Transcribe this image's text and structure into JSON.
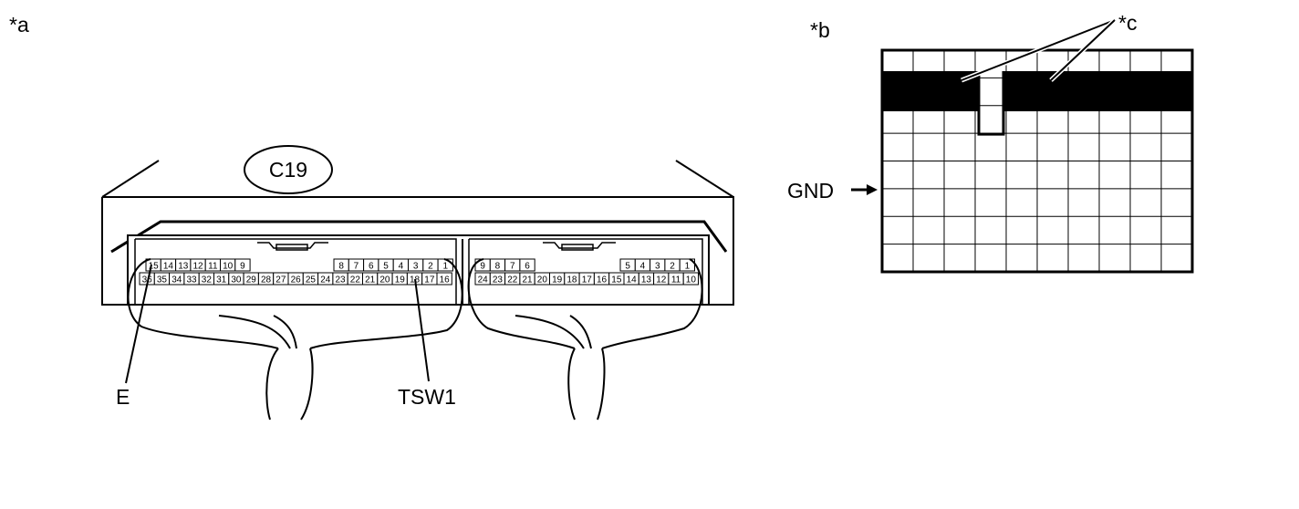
{
  "labels": {
    "a": "*a",
    "b": "*b",
    "c": "*c",
    "connector": "C19",
    "e": "E",
    "tsw1": "TSW1",
    "gnd": "GND"
  },
  "connector_left": {
    "top_row_a": [
      "15",
      "14",
      "13",
      "12",
      "11",
      "10",
      "9"
    ],
    "top_row_b": [
      "8",
      "7",
      "6",
      "5",
      "4",
      "3",
      "2",
      "1"
    ],
    "bottom_row": [
      "36",
      "35",
      "34",
      "33",
      "32",
      "31",
      "30",
      "29",
      "28",
      "27",
      "26",
      "25",
      "24",
      "23",
      "22",
      "21",
      "20",
      "19",
      "18",
      "17",
      "16"
    ]
  },
  "connector_right": {
    "top_row_a": [
      "9",
      "8",
      "7",
      "6"
    ],
    "top_row_b": [
      "5",
      "4",
      "3",
      "2",
      "1"
    ],
    "bottom_row": [
      "24",
      "23",
      "22",
      "21",
      "20",
      "19",
      "18",
      "17",
      "16",
      "15",
      "14",
      "13",
      "12",
      "11",
      "10"
    ]
  },
  "scope": {
    "grid_cols": 10,
    "grid_rows": 8,
    "gnd_row": 3
  }
}
